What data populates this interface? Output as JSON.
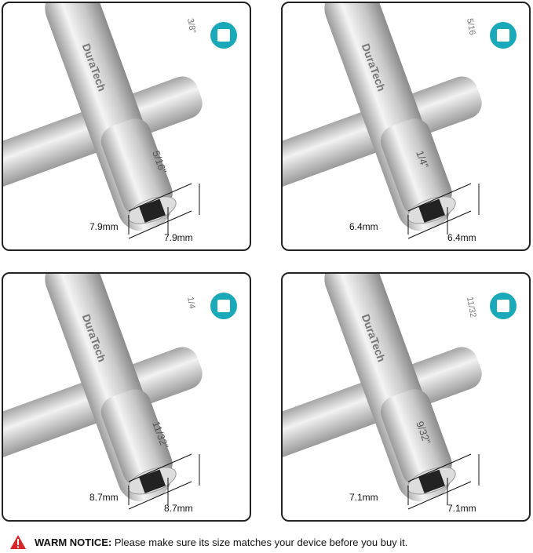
{
  "panels": [
    {
      "size": "5/16\"",
      "other": "3/8\"",
      "width": "7.9mm",
      "height": "7.9mm"
    },
    {
      "size": "1/4\"",
      "other": "5/16",
      "width": "6.4mm",
      "height": "6.4mm"
    },
    {
      "size": "11/32\"",
      "other": "1/4",
      "width": "8.7mm",
      "height": "8.7mm"
    },
    {
      "size": "9/32\"",
      "other": "11/32",
      "width": "7.1mm",
      "height": "7.1mm"
    }
  ],
  "brand": "DuraTech",
  "badge_icon": "square-socket-icon",
  "accent": "#1aa9b8",
  "notice": {
    "label": "WARM NOTICE:",
    "text": " Please make sure its size matches your device before you buy it.",
    "icon": "warning-triangle-icon"
  }
}
